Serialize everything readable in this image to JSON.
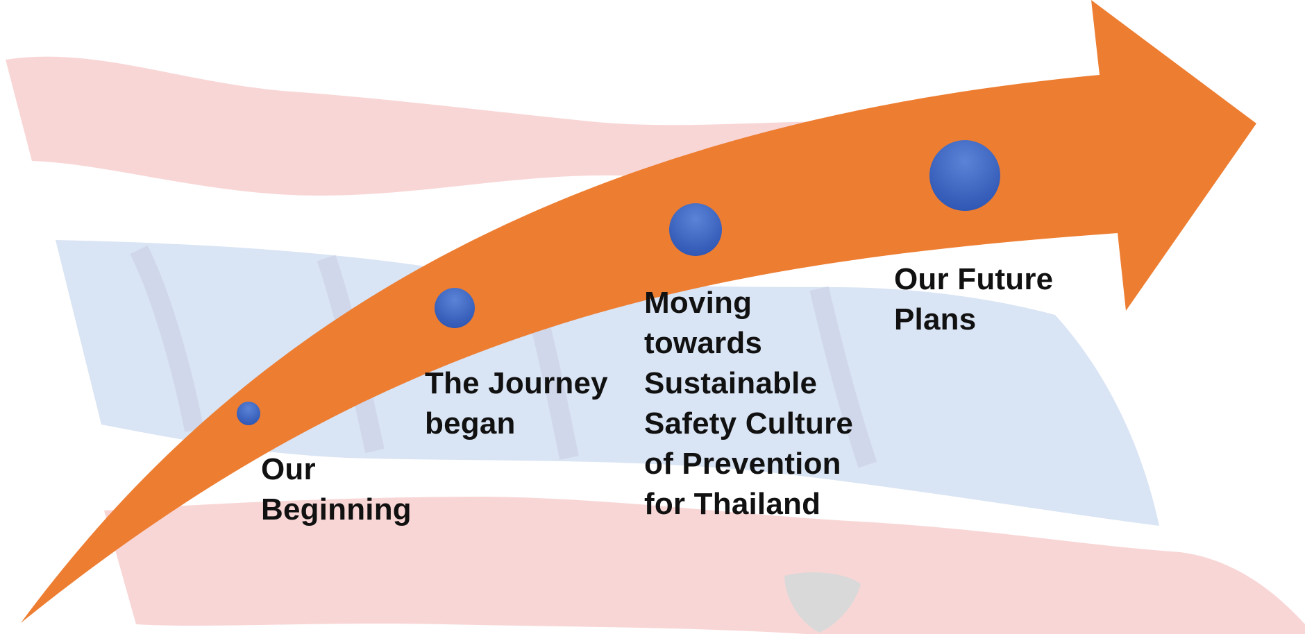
{
  "diagram": {
    "colors": {
      "arrow": "#ED7D31",
      "milestone_dot": "#3E66C6",
      "flag_red": "#F9D6D6",
      "flag_blue": "#D9E4F4",
      "text": "#111111"
    },
    "milestones": [
      {
        "label": "Our\nBeginning"
      },
      {
        "label": "The Journey\nbegan"
      },
      {
        "label": "Moving\ntowards\nSustainable\nSafety Culture\nof Prevention\nfor Thailand"
      },
      {
        "label": "Our Future\nPlans"
      }
    ]
  }
}
